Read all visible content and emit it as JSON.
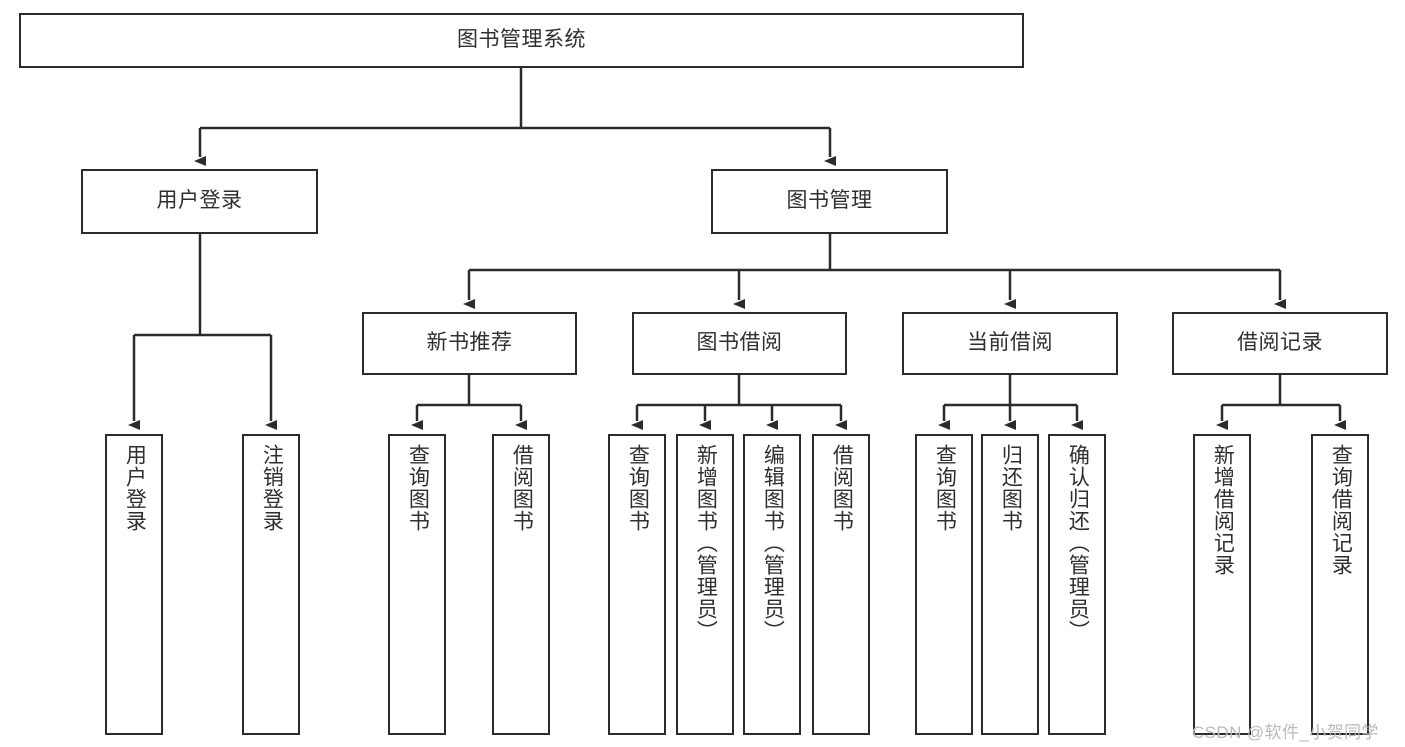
{
  "diagram": {
    "type": "tree-hierarchy",
    "title": "图书管理系统",
    "watermark": "CSDN @软件_小贺同学",
    "colors": {
      "stroke": "#2b2b2b",
      "fill": "#ffffff",
      "text": "#2f2f2f",
      "watermark": "#b9b9b9"
    },
    "nodes": {
      "root": {
        "label": "图书管理系统",
        "level": 1
      },
      "level2": [
        {
          "id": "user-login",
          "label": "用户登录"
        },
        {
          "id": "book-management",
          "label": "图书管理"
        }
      ],
      "level3": [
        {
          "id": "new-book-recommend",
          "label": "新书推荐"
        },
        {
          "id": "book-borrow",
          "label": "图书借阅"
        },
        {
          "id": "current-borrow",
          "label": "当前借阅"
        },
        {
          "id": "borrow-record",
          "label": "借阅记录"
        }
      ],
      "leaves": {
        "user-login": [
          {
            "id": "leaf-user-login",
            "label": "用户登录"
          },
          {
            "id": "leaf-logout-login",
            "label": "注销登录"
          }
        ],
        "new-book-recommend": [
          {
            "id": "leaf-query-book-1",
            "label": "查询图书"
          },
          {
            "id": "leaf-borrow-book-1",
            "label": "借阅图书"
          }
        ],
        "book-borrow": [
          {
            "id": "leaf-query-book-2",
            "label": "查询图书"
          },
          {
            "id": "leaf-add-book",
            "label": "新增图书（管理员）"
          },
          {
            "id": "leaf-edit-book",
            "label": "编辑图书（管理员）"
          },
          {
            "id": "leaf-borrow-book-2",
            "label": "借阅图书"
          }
        ],
        "current-borrow": [
          {
            "id": "leaf-query-book-3",
            "label": "查询图书"
          },
          {
            "id": "leaf-return-book",
            "label": "归还图书"
          },
          {
            "id": "leaf-confirm-return",
            "label": "确认归还（管理员）"
          }
        ],
        "borrow-record": [
          {
            "id": "leaf-add-record",
            "label": "新增借阅记录"
          },
          {
            "id": "leaf-query-record",
            "label": "查询借阅记录"
          }
        ]
      }
    }
  }
}
